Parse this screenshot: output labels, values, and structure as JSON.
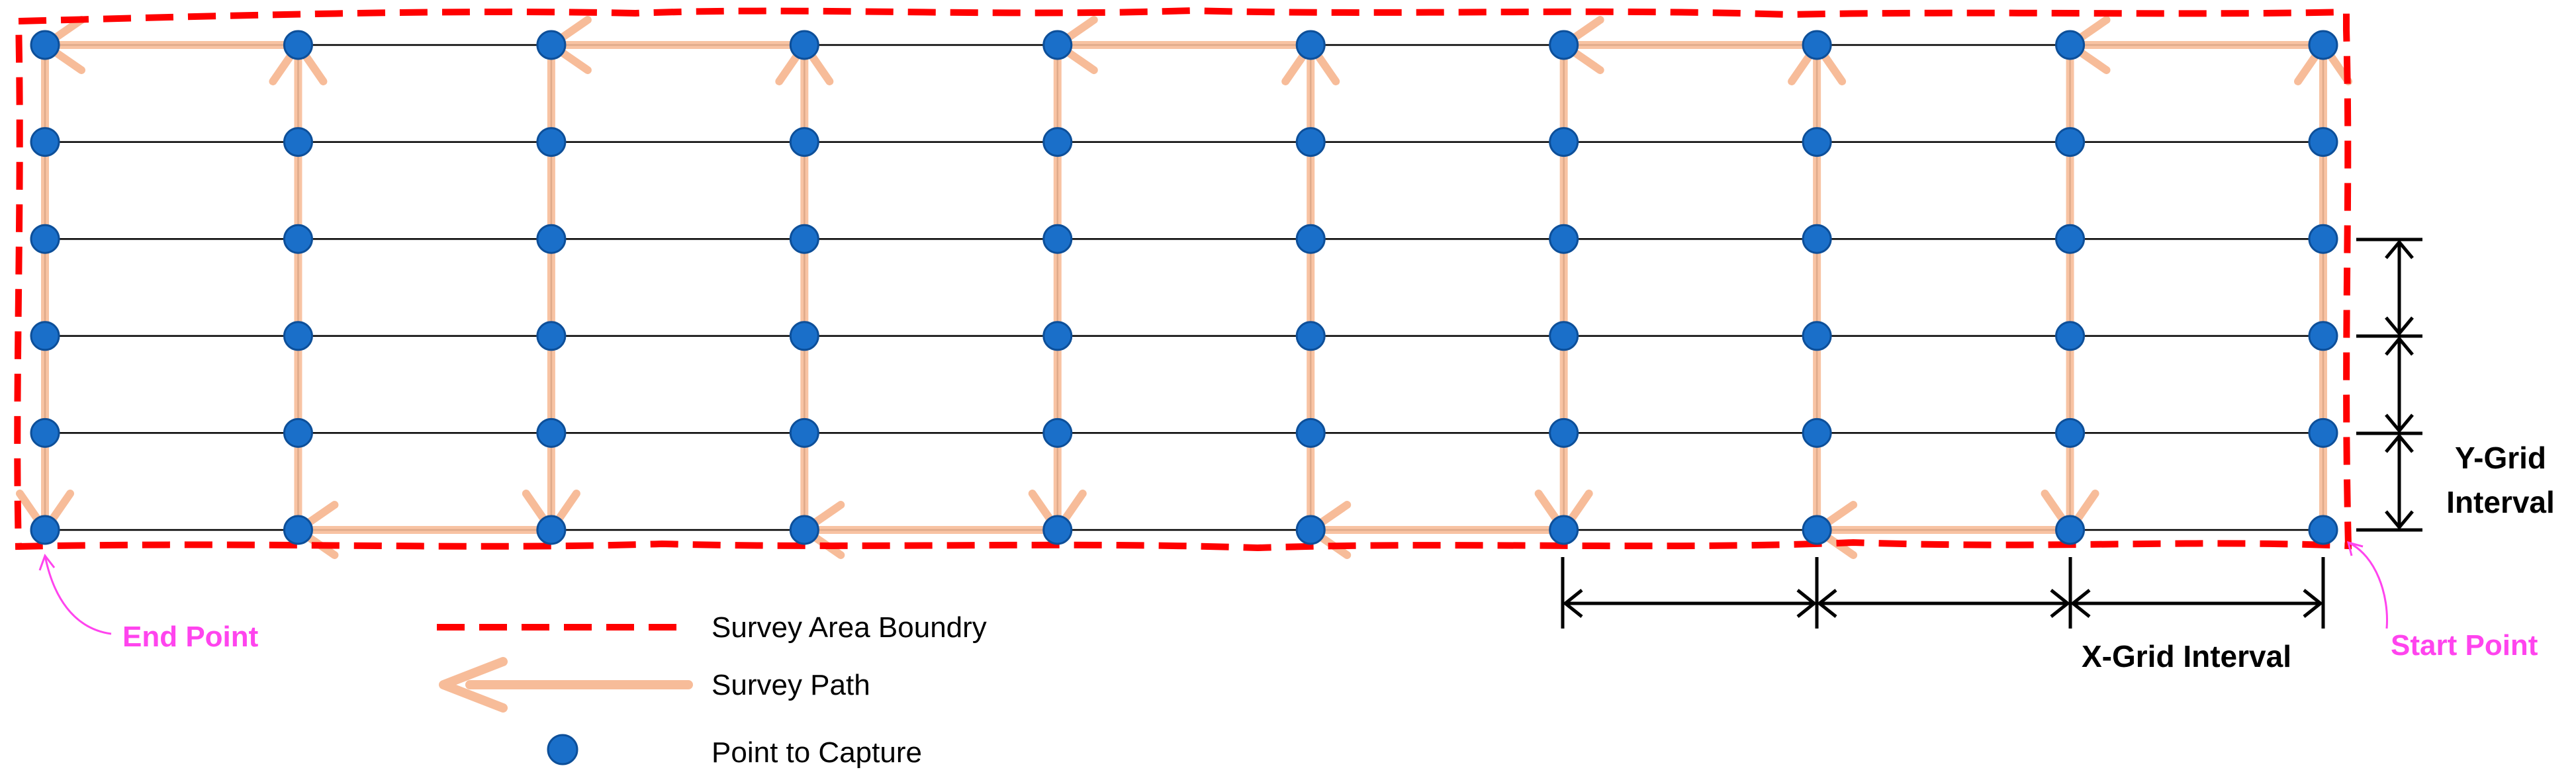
{
  "grid": {
    "columns": 10,
    "rows": 6,
    "line_color": "#000000",
    "point_color": "#1a6fc9",
    "point_edge_color": "#0d4f99"
  },
  "survey_path": {
    "color": "#f7bc99",
    "pattern": "serpentine, starting bottom-right, ending bottom-left"
  },
  "boundary": {
    "color": "#ff0000",
    "style": "dashed"
  },
  "annotations": {
    "end_point": "End Point",
    "start_point": "Start Point",
    "x_grid_interval": "X-Grid Interval",
    "y_grid_interval_line1": "Y-Grid",
    "y_grid_interval_line2": "Interval",
    "annotation_color": "#ff44ee"
  },
  "legend": {
    "boundary_label": "Survey Area Boundry",
    "path_label": "Survey Path",
    "point_label": "Point to Capture"
  }
}
